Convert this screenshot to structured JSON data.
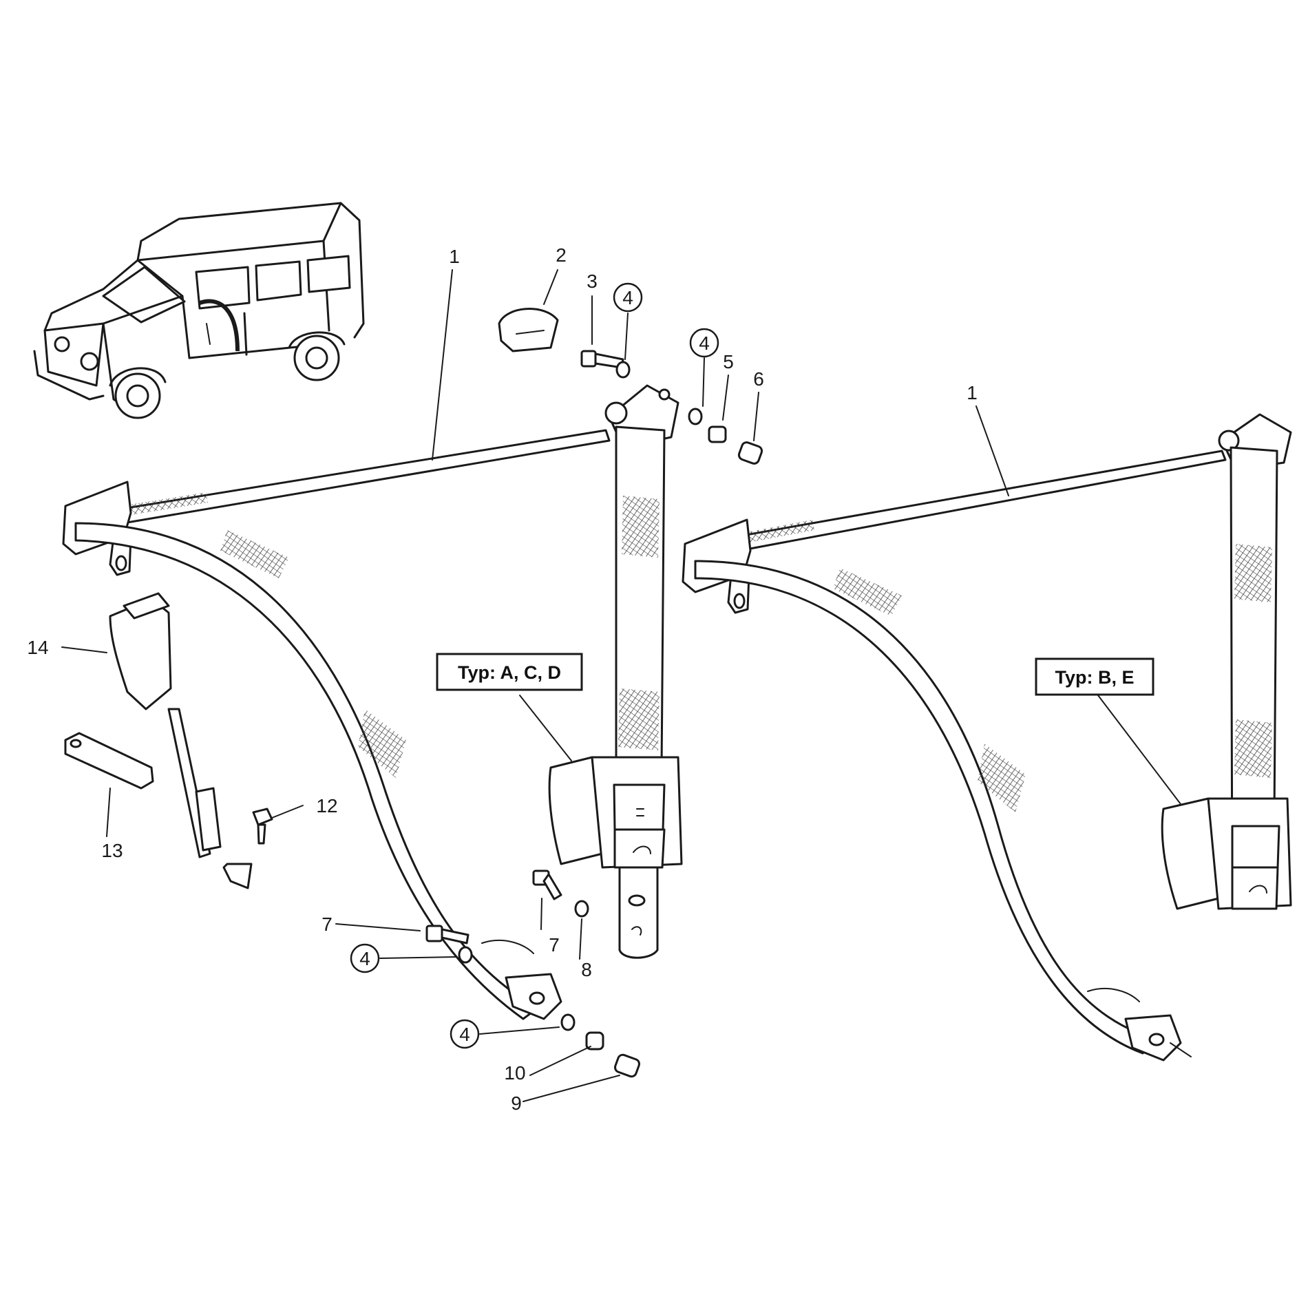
{
  "callouts": {
    "part_1_left": "1",
    "part_1_right": "1",
    "part_2": "2",
    "part_3": "3",
    "part_4_a": "4",
    "part_4_b": "4",
    "part_4_c": "4",
    "part_4_d": "4",
    "part_5": "5",
    "part_6": "6",
    "part_7_a": "7",
    "part_7_b": "7",
    "part_8": "8",
    "part_9": "9",
    "part_10": "10",
    "part_12": "12",
    "part_13": "13",
    "part_14": "14"
  },
  "type_labels": {
    "left_belt": "Typ: A, C, D",
    "right_belt": "Typ: B, E"
  }
}
